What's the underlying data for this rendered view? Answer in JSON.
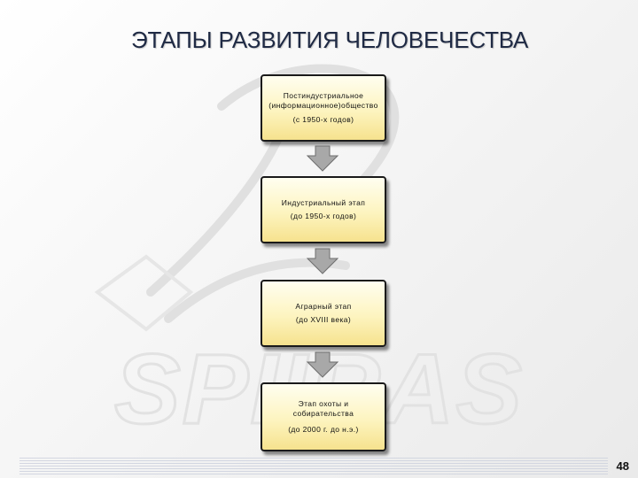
{
  "title": "ЭТАПЫ РАЗВИТИЯ ЧЕЛОВЕЧЕСТВА",
  "watermark_text": "SPIIRAS",
  "stages": [
    {
      "lines": [
        "Постиндустриальное",
        "(информационное)общество"
      ],
      "dates": "(с 1950-х годов)"
    },
    {
      "lines": [
        "Индустриальный этап"
      ],
      "dates": "(до 1950-х годов)"
    },
    {
      "lines": [
        "Аграрный этап"
      ],
      "dates": "(до  XVIII века)"
    },
    {
      "lines": [
        "Этап охоты и",
        "собирательства"
      ],
      "dates": "(до 2000 г. до н.э.)"
    }
  ],
  "page_number": "48",
  "colors": {
    "title": "#1f2a44",
    "box_fill_top": "#fffef0",
    "box_fill_bottom": "#f6e28e",
    "box_border": "#1a1a1a",
    "arrow_fill": "#a8a8a8",
    "watermark": "#e2e2e2"
  }
}
